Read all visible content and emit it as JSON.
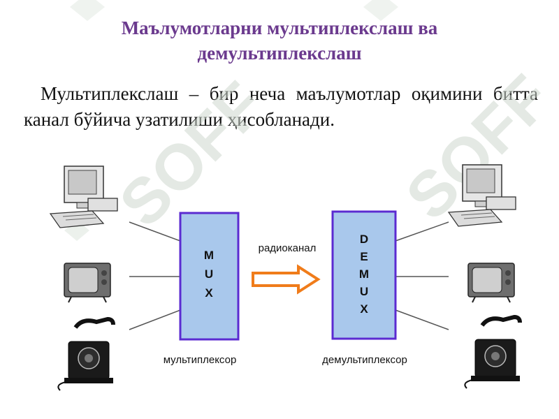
{
  "slide": {
    "title_line1": "Маълумотларни мультиплекслаш ва",
    "title_line2": "демультиплекслаш",
    "paragraph": "Мультиплекслаш – бир неча маълумотлар оқимини битта канал бўйича узатилиши ҳисобланади."
  },
  "diagram": {
    "mux_letters": [
      "M",
      "U",
      "X"
    ],
    "demux_letters": [
      "D",
      "E",
      "M",
      "U",
      "X"
    ],
    "channel_label": "радиоканал",
    "mux_caption": "мультиплексор",
    "demux_caption": "демультиплексор",
    "watermark": "SOFF",
    "colors": {
      "title": "#6b3a8e",
      "box_fill": "#a9c8ec",
      "box_border": "#5b2bd1",
      "arrow_fill": "#ffffff",
      "arrow_stroke": "#f07c1a",
      "watermark": "#cfd8cf"
    },
    "devices_left": [
      "computer-icon",
      "tv-icon",
      "telephone-icon"
    ],
    "devices_right": [
      "computer-icon",
      "tv-icon",
      "telephone-icon"
    ]
  }
}
